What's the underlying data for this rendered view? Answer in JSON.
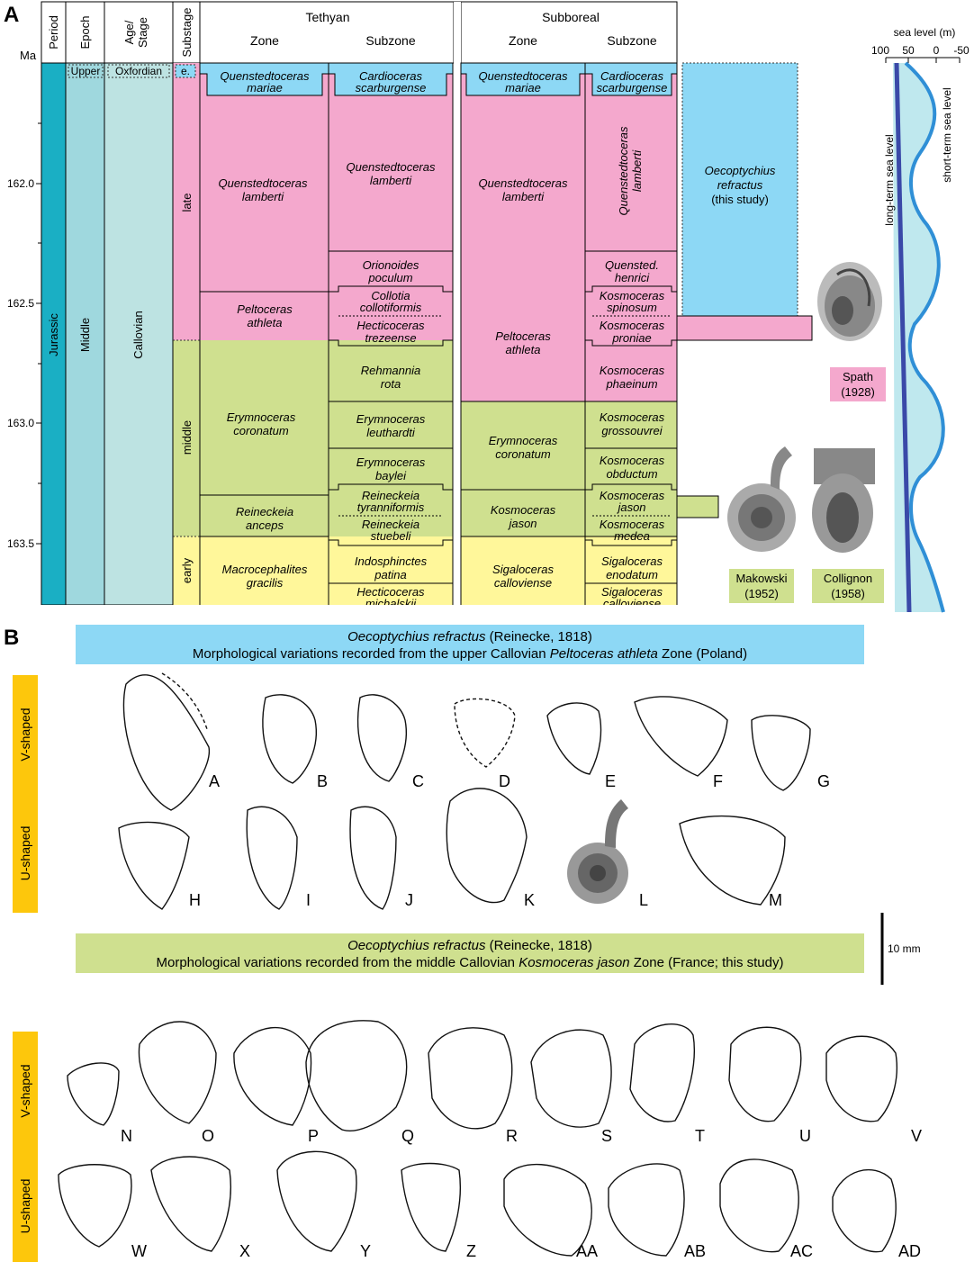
{
  "panel_a": {
    "label": "A",
    "ma_label": "Ma",
    "headers": {
      "period": "Period",
      "epoch": "Epoch",
      "age1": "Age/",
      "age2": "Stage",
      "substage": "Substage",
      "tethyan": "Tethyan",
      "subboreal": "Subboreal",
      "zone": "Zone",
      "subzone": "Subzone"
    },
    "period": "Jurassic",
    "epoch": "Middle",
    "epoch_upper": "Upper",
    "stage": "Callovian",
    "stage_upper": "Oxfordian",
    "substages": {
      "e": "e.",
      "late": "late",
      "middle": "middle",
      "early": "early"
    },
    "ticks": [
      "162.0",
      "162.5",
      "163.0",
      "163.5"
    ],
    "tethyan_zones": [
      {
        "l1": "Quenstedtoceras",
        "l2": "mariae"
      },
      {
        "l1": "Quenstedtoceras",
        "l2": "lamberti"
      },
      {
        "l1": "Peltoceras",
        "l2": "athleta"
      },
      {
        "l1": "Erymnoceras",
        "l2": "coronatum"
      },
      {
        "l1": "Reineckeia",
        "l2": "anceps"
      },
      {
        "l1": "Macrocephalites",
        "l2": "gracilis"
      }
    ],
    "tethyan_subzones": [
      {
        "l1": "Cardioceras",
        "l2": "scarburgense"
      },
      {
        "l1": "Quenstedtoceras",
        "l2": "lamberti"
      },
      {
        "l1": "Orionoides",
        "l2": "poculum"
      },
      {
        "l1": "Collotia",
        "l2": "collotiformis"
      },
      {
        "l1": "Hecticoceras",
        "l2": "trezeense"
      },
      {
        "l1": "Rehmannia",
        "l2": "rota"
      },
      {
        "l1": "Erymnoceras",
        "l2": "leuthardti"
      },
      {
        "l1": "Erymnoceras",
        "l2": "baylei"
      },
      {
        "l1": "Reineckeia",
        "l2": "tyranniformis"
      },
      {
        "l1": "Reineckeia",
        "l2": "stuebeli"
      },
      {
        "l1": "Indosphinctes",
        "l2": "patina"
      },
      {
        "l1": "Hecticoceras",
        "l2": "michalskii"
      }
    ],
    "subboreal_zones": [
      {
        "l1": "Quenstedtoceras",
        "l2": "mariae"
      },
      {
        "l1": "Quenstedtoceras",
        "l2": "lamberti"
      },
      {
        "l1": "Peltoceras",
        "l2": "athleta"
      },
      {
        "l1": "Erymnoceras",
        "l2": "coronatum"
      },
      {
        "l1": "Kosmoceras",
        "l2": "jason"
      },
      {
        "l1": "Sigaloceras",
        "l2": "calloviense"
      }
    ],
    "subboreal_subzones": [
      {
        "l1": "Cardioceras",
        "l2": "scarburgense"
      },
      {
        "l1": "Quenstedtoceras",
        "l2": "lamberti"
      },
      {
        "l1": "Quensted.",
        "l2": "henrici"
      },
      {
        "l1": "Kosmoceras",
        "l2": "spinosum"
      },
      {
        "l1": "Kosmoceras",
        "l2": "proniae"
      },
      {
        "l1": "Kosmoceras",
        "l2": "phaeinum"
      },
      {
        "l1": "Kosmoceras",
        "l2": "grossouvrei"
      },
      {
        "l1": "Kosmoceras",
        "l2": "obductum"
      },
      {
        "l1": "Kosmoceras",
        "l2": "jason"
      },
      {
        "l1": "Kosmoceras",
        "l2": "medea"
      },
      {
        "l1": "Sigaloceras",
        "l2": "enodatum"
      },
      {
        "l1": "Sigaloceras",
        "l2": "calloviense"
      }
    ],
    "oecoptychius_box": {
      "l1": "Oecoptychius",
      "l2": "refractus",
      "l3": "(this study)"
    },
    "refs": [
      {
        "name": "Spath",
        "year": "(1928)"
      },
      {
        "name": "Makowski",
        "year": "(1952)"
      },
      {
        "name": "Collignon",
        "year": "(1958)"
      }
    ],
    "sea_level": {
      "title": "sea level (m)",
      "ticks": [
        "100",
        "50",
        "0",
        "-50"
      ],
      "long_term": "long-term sea level",
      "short_term": "short-term sea level"
    }
  },
  "panel_b": {
    "label": "B",
    "banner1": {
      "species": "Oecoptychius refractus",
      "author": " (Reinecke, 1818)",
      "line2a": "Morphological variations recorded from the upper Callovian ",
      "line2b": "Peltoceras athleta",
      "line2c": " Zone (Poland)"
    },
    "banner2": {
      "species": "Oecoptychius refractus",
      "author": " (Reinecke, 1818)",
      "line2a": "Morphological variations recorded from the middle Callovian ",
      "line2b": "Kosmoceras jason",
      "line2c": " Zone (France; this study)"
    },
    "v_shaped": "V-shaped",
    "u_shaped": "U-shaped",
    "scale": "10 mm",
    "row1_letters": [
      "A",
      "B",
      "C",
      "D",
      "E",
      "F",
      "G"
    ],
    "row2_letters": [
      "H",
      "I",
      "J",
      "K",
      "L",
      "M"
    ],
    "row3_letters": [
      "N",
      "O",
      "P",
      "Q",
      "R",
      "S",
      "T",
      "U",
      "V"
    ],
    "row4_letters": [
      "W",
      "X",
      "Y",
      "Z",
      "AA",
      "AB",
      "AC",
      "AD"
    ]
  },
  "colors": {
    "jurassic": "#1aafc4",
    "middle_epoch": "#9fd8de",
    "callovian": "#bde3e2",
    "late_pink": "#f4a8cd",
    "middle_green": "#cfe08f",
    "early_yellow": "#fff79a",
    "blue_box": "#8dd8f5",
    "orange": "#fdc70c",
    "sea_fill": "#bfe8ee",
    "long_line": "#3a49a8",
    "short_line": "#2f8fd6"
  }
}
